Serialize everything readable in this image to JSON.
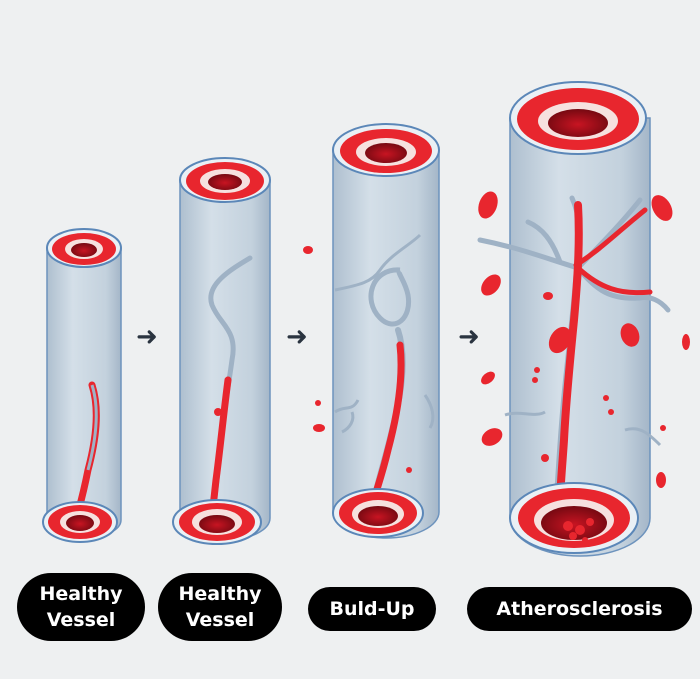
{
  "stages": [
    {
      "name": "healthy-vessel-1",
      "label_line1": "Healthy",
      "label_line2": "Vessel"
    },
    {
      "name": "healthy-vessel-2",
      "label_line1": "Healthy",
      "label_line2": "Vessel"
    },
    {
      "name": "build-up",
      "label_line1": "Buld-Up",
      "label_line2": ""
    },
    {
      "name": "atherosclerosis",
      "label_line1": "Atherosclerosis",
      "label_line2": ""
    }
  ],
  "arrow_glyph": "➜",
  "colors": {
    "background": "#eef0f1",
    "vessel_body": "#c5d3df",
    "vessel_outline": "#5b87b8",
    "blood_red": "#e8262e",
    "dark_red": "#a00f1c",
    "vessel_ring_light": "#f6e1df",
    "label_bg": "#000000",
    "label_text": "#ffffff",
    "arrow": "#2a3440"
  }
}
